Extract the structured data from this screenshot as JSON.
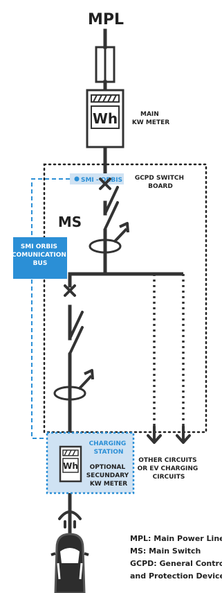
{
  "labels": {
    "mpl": "MPL",
    "main_kw_meter": [
      "MAIN",
      "KW METER"
    ],
    "meter_glyph": "Wh",
    "smi_orbis_tag": "SMI - ORBIS",
    "gcpd_board": [
      "GCPD SWITCH",
      "BOARD"
    ],
    "ms": "MS",
    "smi_bus": [
      "SMI ORBIS",
      "COMUNICATION",
      "BUS"
    ],
    "charging_station": [
      "CHARGING",
      "STATION"
    ],
    "optional_meter": [
      "OPTIONAL",
      "SECUNDARY",
      "KW METER"
    ],
    "other_circuits": [
      "OTHER CIRCUITS",
      "OR EV CHARGING",
      "CIRCUITS"
    ]
  },
  "legend": [
    {
      "abbr": "MPL:",
      "text": " Main Power Line"
    },
    {
      "abbr": "MS:",
      "text": " Main Switch"
    },
    {
      "abbr": "GCPD:",
      "text": " General Control"
    },
    {
      "abbr": "",
      "text": "and Protection Devices"
    }
  ],
  "colors": {
    "line": "#333333",
    "accent": "#2b8fd6",
    "accent_fill": "#cfe2f3",
    "ink": "#222222"
  },
  "icons": [
    "fuse-icon",
    "wh-meter-icon",
    "switch-icon",
    "current-transformer-icon",
    "arrow-down-icon",
    "plug-icon",
    "car-icon"
  ]
}
